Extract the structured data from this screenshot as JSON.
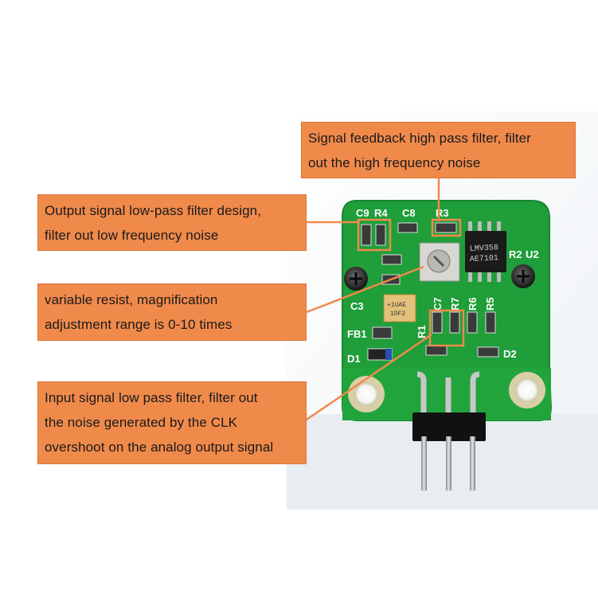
{
  "callouts": {
    "feedback": {
      "line1": "Signal feedback high pass filter, filter",
      "line2": "out the high frequency noise"
    },
    "output": {
      "line1": "Output signal low-pass filter design,",
      "line2": "filter out low frequency noise"
    },
    "variable": {
      "line1": "variable resist,  magnification",
      "line2": "adjustment range is 0-10 times"
    },
    "input": {
      "line1": "Input signal low pass filter, filter out",
      "line2": "the noise generated by the CLK",
      "line3": "overshoot on the analog output signal"
    }
  },
  "board_labels": {
    "c9": "C9",
    "r4": "R4",
    "c8": "C8",
    "r3": "R3",
    "r2": "R2",
    "u2": "U2",
    "c3": "C3",
    "c7": "C7",
    "r7": "R7",
    "r6": "R6",
    "r5": "R5",
    "fb1": "FB1",
    "r1": "R1",
    "d1": "D1",
    "d2": "D2"
  },
  "chip_marking": {
    "line1": "LMV358",
    "line2": "AE7101"
  },
  "capacitor_marking": {
    "line1": "+1UAE",
    "line2": "1DF2"
  },
  "colors": {
    "callout_fill": "#f08a4b",
    "pcb_green": "#1f9e3a",
    "background": "#ffffff"
  }
}
